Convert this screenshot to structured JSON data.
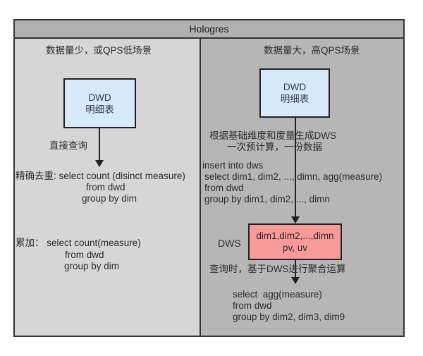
{
  "title": "Hologres",
  "colors": {
    "header_bg": "#b1b1b1",
    "left_bg": "#d6d6d6",
    "right_bg": "#b6b6b6",
    "frame_border": "#333333",
    "box_border": "#222222",
    "dwd_fill": "#d7e9fb",
    "dws_fill": "#f99b9b",
    "text": "#2b2b2b",
    "arrow": "#222222"
  },
  "left": {
    "header": "数据量少，或QPS低场景",
    "dwd_box": {
      "line1": "DWD",
      "line2": "明细表"
    },
    "arrow_label": "直接查询",
    "distinct_block": {
      "line1": "精确去重: select count (disinct measure)",
      "line2": "from dwd",
      "line3": "group by dim"
    },
    "sum_block": {
      "line1": "累加： select count(measure)",
      "line2": "from dwd",
      "line3": "group by dim"
    }
  },
  "right": {
    "header": "数据量大，高QPS场景",
    "dwd_box": {
      "line1": "DWD",
      "line2": "明细表"
    },
    "note": {
      "line1": "根据基础维度和度量生成DWS",
      "line2": "一次预计算，一份数据"
    },
    "insert_sql": {
      "line1": "insert into dws",
      "line2": "select dim1, dim2, ..., dimn, agg(measure)",
      "line3": "from dwd",
      "line4": "group by dim1, dim2, ..., dimn"
    },
    "dws_label": "DWS",
    "dws_box": {
      "line1": "dim1,dim2,...,dimn",
      "line2": "pv, uv"
    },
    "query_note": "查询时，基于DWS进行聚合运算",
    "query_sql": {
      "line1": "select  agg(measure)",
      "line2": "from dwd",
      "line3": "group by dim2, dim3, dim9"
    }
  }
}
